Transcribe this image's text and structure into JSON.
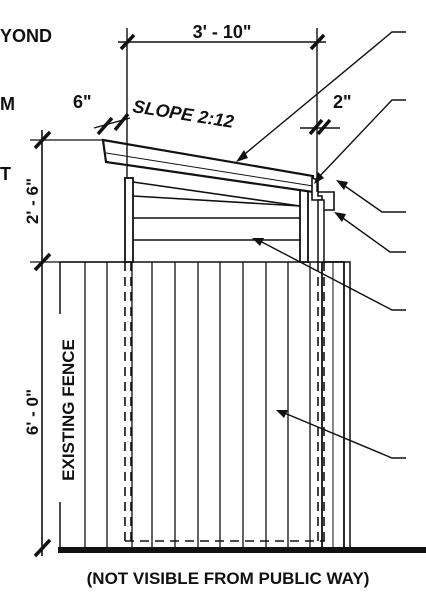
{
  "labels": {
    "left_cut_top": "YOND",
    "left_cut_mid": "M",
    "left_cut_t": "T",
    "width_dim": "3' - 10\"",
    "overhang_left": "6\"",
    "overhang_right": "2\"",
    "slope": "SLOPE 2:12",
    "height_upper": "2' - 6\"",
    "height_lower": "6' - 0\"",
    "existing_fence": "EXISTING FENCE",
    "footer": "(NOT VISIBLE FROM PUBLIC WAY)"
  }
}
